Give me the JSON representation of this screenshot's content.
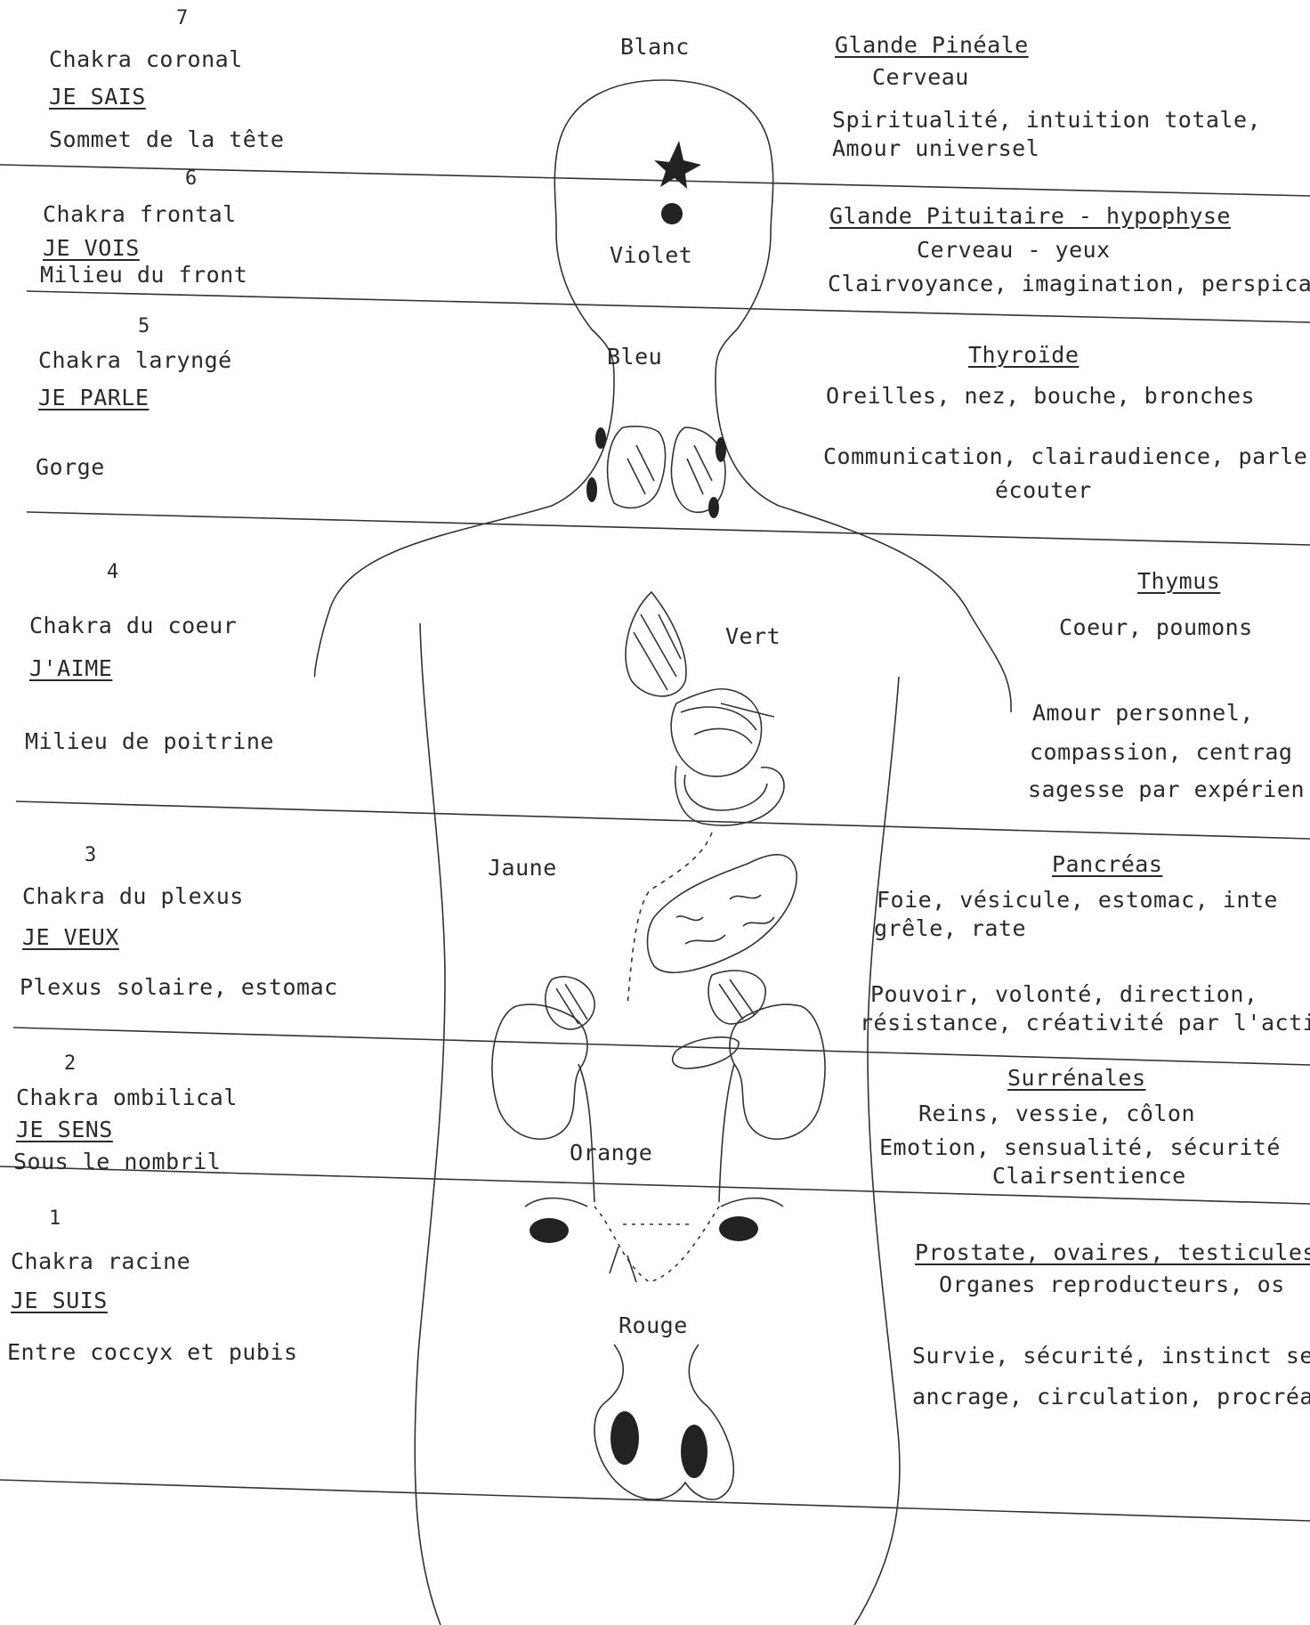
{
  "chakras": [
    {
      "number": "7",
      "name": "Chakra coronal",
      "mantra": "JE SAIS",
      "location": "Sommet de la tête",
      "color": "Blanc",
      "gland": "Glande Pinéale",
      "organs": "Cerveau",
      "qualities": [
        "Spiritualité, intuition totale,",
        "Amour universel"
      ]
    },
    {
      "number": "6",
      "name": "Chakra frontal",
      "mantra": "JE VOIS",
      "location": "Milieu du front",
      "color": "Violet",
      "gland": "Glande Pituitaire - hypophyse",
      "organs": "Cerveau - yeux",
      "qualities": [
        "Clairvoyance, imagination, perspicac"
      ]
    },
    {
      "number": "5",
      "name": "Chakra laryngé",
      "mantra": "JE PARLE",
      "location": "Gorge",
      "color": "Bleu",
      "gland": "Thyroïde",
      "organs": "Oreilles, nez, bouche, bronches",
      "qualities": [
        "Communication, clairaudience, parler",
        "écouter"
      ]
    },
    {
      "number": "4",
      "name": "Chakra du coeur",
      "mantra": "J'AIME",
      "location": "Milieu de poitrine",
      "color": "Vert",
      "gland": "Thymus",
      "organs": "Coeur, poumons",
      "qualities": [
        "Amour personnel,",
        "compassion, centrag",
        "sagesse par expérien"
      ]
    },
    {
      "number": "3",
      "name": "Chakra du plexus",
      "mantra": "JE VEUX",
      "location": "Plexus solaire, estomac",
      "color": "Jaune",
      "gland": "Pancréas",
      "organs": [
        "Foie,   vésicule,   estomac,   inte",
        "grêle, rate"
      ],
      "qualities": [
        "Pouvoir, volonté, direction,",
        "résistance, créativité par l'actio"
      ]
    },
    {
      "number": "2",
      "name": "Chakra ombilical",
      "mantra": "JE SENS",
      "location": "Sous le nombril",
      "color": "Orange",
      "gland": "Surrénales",
      "organs": "Reins, vessie, côlon",
      "qualities": [
        "Emotion, sensualité, sécurité",
        "Clairsentience"
      ]
    },
    {
      "number": "1",
      "name": "Chakra racine",
      "mantra": "JE SUIS",
      "location": "Entre coccyx et pubis",
      "color": "Rouge",
      "gland": "Prostate, ovaires, testicules",
      "organs": "Organes reproducteurs, os",
      "qualities": [
        "Survie, sécurité, instinct sex",
        "ancrage, circulation, procréa"
      ]
    }
  ]
}
